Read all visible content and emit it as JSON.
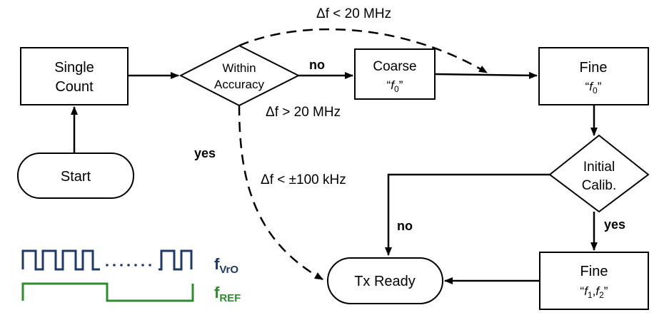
{
  "nodes": {
    "single_count": [
      "Single",
      "Count"
    ],
    "start": "Start",
    "within_accuracy": [
      "Within",
      "Accuracy"
    ],
    "coarse": {
      "title": "Coarse",
      "open": "“",
      "var": "f",
      "sub": "0",
      "close": "”"
    },
    "fine_top": {
      "title": "Fine",
      "open": "“",
      "var": "f",
      "sub": "0",
      "close": "”"
    },
    "initial_calib": [
      "Initial",
      "Calib."
    ],
    "fine_bottom": {
      "title": "Fine",
      "open": "“",
      "var1": "f",
      "sub1": "1",
      "sep": ",",
      "var2": "f",
      "sub2": "2",
      "close": "”"
    },
    "tx_ready": "Tx Ready"
  },
  "edge_labels": {
    "no_to_coarse": "no",
    "df_lt_20": "Δf < 20 MHz",
    "df_gt_20": "Δf > 20 MHz",
    "yes_left": "yes",
    "df_lt_100k": "Δf < ±100 kHz",
    "no_calib": "no",
    "yes_calib": "yes"
  },
  "legend": {
    "vco": {
      "main": "f",
      "sub": "VrO",
      "color": "#1f3864"
    },
    "ref": {
      "main": "f",
      "sub": "REF",
      "color": "#2e8b2e"
    }
  }
}
